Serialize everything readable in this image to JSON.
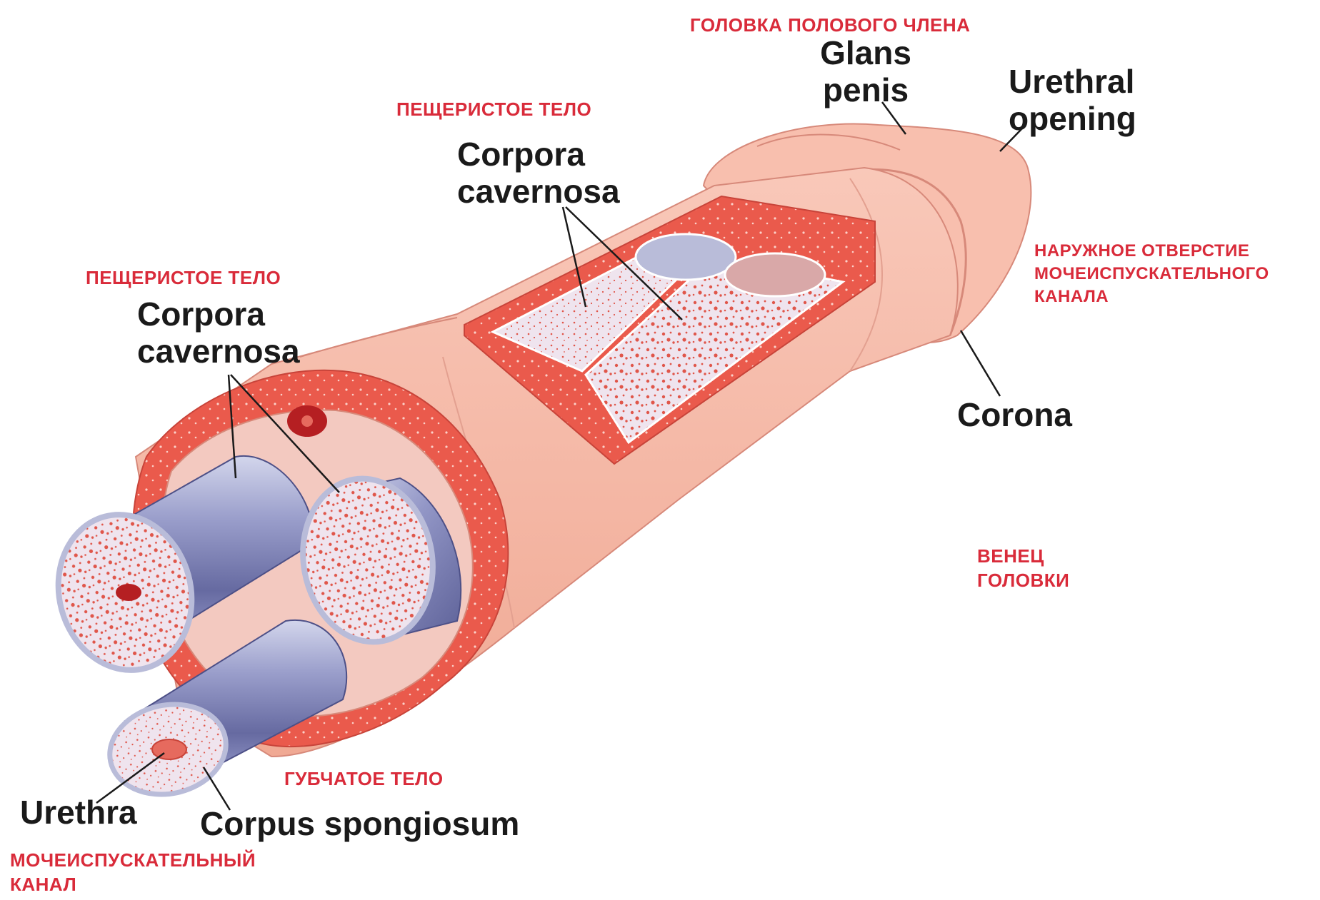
{
  "colors": {
    "skin": "#f5b5a4",
    "skin_light": "#f8c7b8",
    "skin_dark": "#e89c88",
    "tunica": "#ea5a4c",
    "tunica_dark": "#d8392f",
    "tissue": "#efe4ee",
    "tissue_dot": "#e0564a",
    "cylinder_light": "#c9cde6",
    "cylinder_mid": "#8f93c4",
    "cylinder_dark": "#5e6299",
    "label_en": "#1a1a1a",
    "label_ru": "#d92b3a"
  },
  "labels": {
    "glans_ru": "ГОЛОВКА ПОЛОВОГО ЧЛЕНА",
    "glans_en_1": "Glans",
    "glans_en_2": "penis",
    "urethral_opening_en_1": "Urethral",
    "urethral_opening_en_2": "opening",
    "urethral_opening_ru_1": "НАРУЖНОЕ ОТВЕРСТИЕ",
    "urethral_opening_ru_2": "МОЧЕИСПУСКАТЕЛЬНОГО",
    "urethral_opening_ru_3": "КАНАЛА",
    "cavernosa_top_ru": "ПЕЩЕРИСТОЕ ТЕЛО",
    "cavernosa_top_en_1": "Corpora",
    "cavernosa_top_en_2": "cavernosa",
    "cavernosa_left_ru": "ПЕЩЕРИСТОЕ ТЕЛО",
    "cavernosa_left_en_1": "Corpora",
    "cavernosa_left_en_2": "cavernosa",
    "corona_en": "Corona",
    "corona_ru_1": "ВЕНЕЦ",
    "corona_ru_2": "ГОЛОВКИ",
    "spongiosum_ru": "ГУБЧАТОЕ ТЕЛО",
    "spongiosum_en": "Corpus spongiosum",
    "urethra_en": "Urethra",
    "urethra_ru_1": "МОЧЕИСПУСКАТЕЛЬНЫЙ",
    "urethra_ru_2": "КАНАЛ"
  }
}
